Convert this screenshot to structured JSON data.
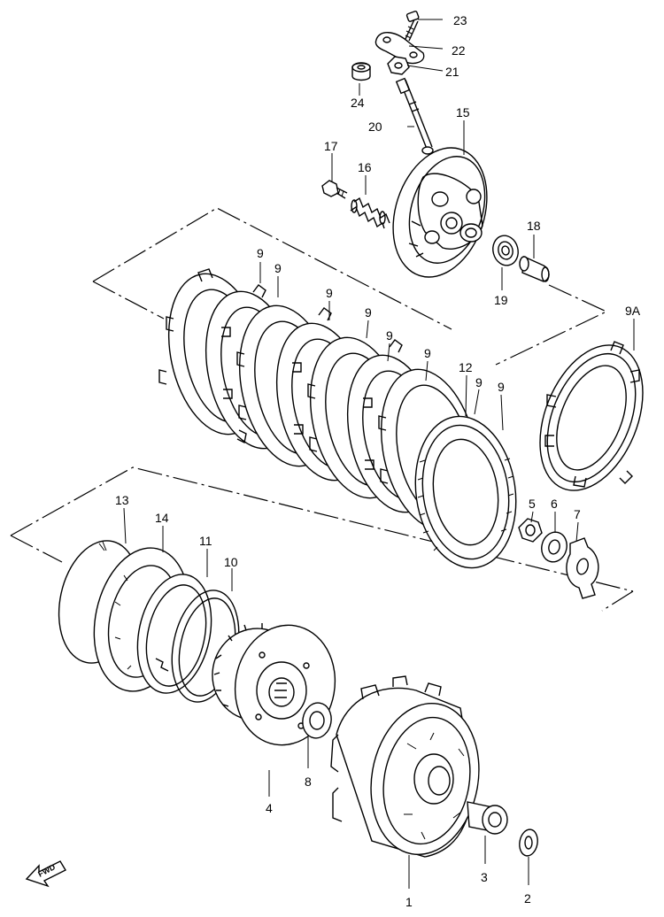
{
  "diagram": {
    "fwd_label": "FWD",
    "callouts": [
      {
        "id": "1",
        "text": "1"
      },
      {
        "id": "2",
        "text": "2"
      },
      {
        "id": "3",
        "text": "3"
      },
      {
        "id": "4",
        "text": "4"
      },
      {
        "id": "5",
        "text": "5"
      },
      {
        "id": "6",
        "text": "6"
      },
      {
        "id": "7",
        "text": "7"
      },
      {
        "id": "8",
        "text": "8"
      },
      {
        "id": "9a",
        "text": "9"
      },
      {
        "id": "9b",
        "text": "9"
      },
      {
        "id": "9c",
        "text": "9"
      },
      {
        "id": "9d",
        "text": "9"
      },
      {
        "id": "9e",
        "text": "9"
      },
      {
        "id": "9f",
        "text": "9"
      },
      {
        "id": "9g",
        "text": "9"
      },
      {
        "id": "9h",
        "text": "9"
      },
      {
        "id": "9A",
        "text": "9A"
      },
      {
        "id": "10",
        "text": "10"
      },
      {
        "id": "11",
        "text": "11"
      },
      {
        "id": "12",
        "text": "12"
      },
      {
        "id": "13",
        "text": "13"
      },
      {
        "id": "14",
        "text": "14"
      },
      {
        "id": "15",
        "text": "15"
      },
      {
        "id": "16",
        "text": "16"
      },
      {
        "id": "17",
        "text": "17"
      },
      {
        "id": "18",
        "text": "18"
      },
      {
        "id": "19",
        "text": "19"
      },
      {
        "id": "20",
        "text": "20"
      },
      {
        "id": "21",
        "text": "21"
      },
      {
        "id": "22",
        "text": "22"
      },
      {
        "id": "23",
        "text": "23"
      },
      {
        "id": "24",
        "text": "24"
      }
    ]
  }
}
